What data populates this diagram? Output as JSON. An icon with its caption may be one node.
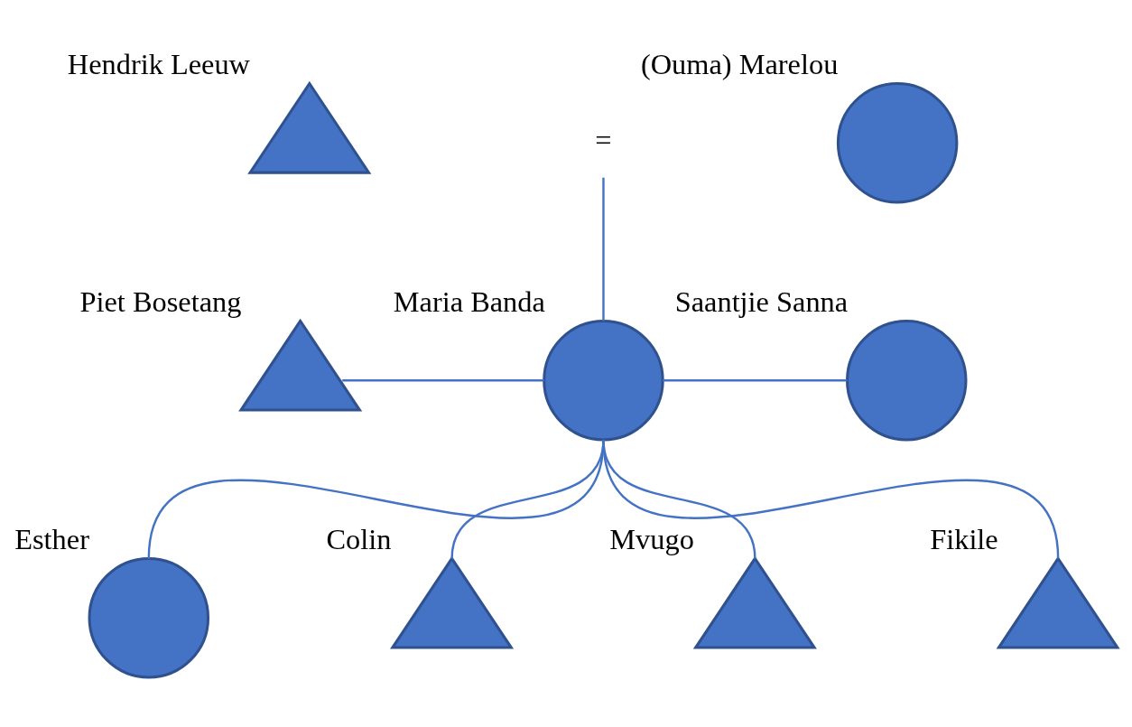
{
  "diagram": {
    "nodes": [
      {
        "text": [],
        "shape": "triangle",
        "beside": [
          "Hendrik Leeuw"
        ]
      },
      {
        "text": [
          "="
        ]
      },
      {
        "text": [],
        "shape": "circle",
        "beside": [
          "(Ouma) Marelou"
        ]
      },
      {
        "text": [],
        "shape": "triangle",
        "beside": [
          "Piet Bosetang"
        ]
      },
      {
        "text": [],
        "shape": "circle",
        "beside": [
          "Maria Banda"
        ]
      },
      {
        "text": [],
        "shape": "circle",
        "beside": [
          "Saantjie Sanna"
        ]
      },
      {
        "text": [],
        "shape": "circle",
        "beside": [
          "Esther"
        ]
      },
      {
        "text": [],
        "shape": "triangle",
        "beside": [
          "Colin"
        ]
      },
      {
        "text": [],
        "shape": "triangle",
        "beside": [
          "Mvugo"
        ]
      },
      {
        "text": [],
        "shape": "triangle",
        "beside": [
          "Fikile"
        ]
      }
    ],
    "edges": [
      {
        "from": 1,
        "to": 4,
        "arrow": "none"
      },
      {
        "from": 3,
        "to": 4,
        "arrow": "none"
      },
      {
        "from": 4,
        "to": 5,
        "arrow": "none"
      },
      {
        "from": 4,
        "to": 6,
        "arrow": "none"
      },
      {
        "from": 4,
        "to": 7,
        "arrow": "none"
      },
      {
        "from": 4,
        "to": 8,
        "arrow": "none"
      },
      {
        "from": 4,
        "to": 9,
        "arrow": "none"
      }
    ]
  }
}
